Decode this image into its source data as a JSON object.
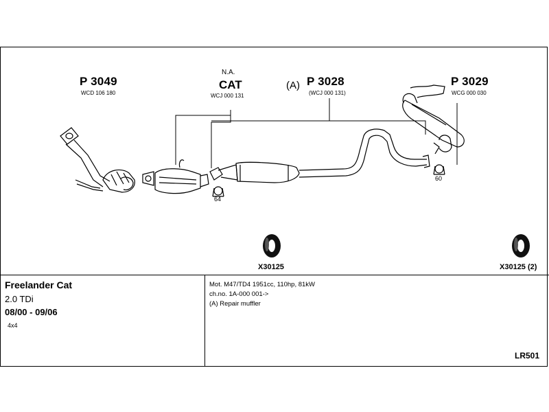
{
  "parts": {
    "front_pipe": {
      "number": "P 3049",
      "code": "WCD 106 180"
    },
    "catalyst": {
      "note": "N.A.",
      "name": "CAT",
      "code": "WCJ 000 131"
    },
    "centre_muffler": {
      "prefix": "(A)",
      "number": "P 3028",
      "code": "(WCJ 000 131)"
    },
    "rear_muffler": {
      "number": "P 3029",
      "code": "WCG 000 030"
    }
  },
  "clamps": {
    "left": "64",
    "right": "60"
  },
  "mounts": {
    "left": "X30125",
    "right": "X30125 (2)"
  },
  "vehicle": {
    "title": "Freelander Cat",
    "engine": "2.0 TDi",
    "years": "08/00 - 09/06",
    "drive": "4x4"
  },
  "specs": {
    "line1": "Mot. M47/TD4 1951cc, 110hp, 81kW",
    "line2": "ch.no. 1A-000 001->",
    "line3": "(A) Repair muffler"
  },
  "diagram_code": "LR501"
}
